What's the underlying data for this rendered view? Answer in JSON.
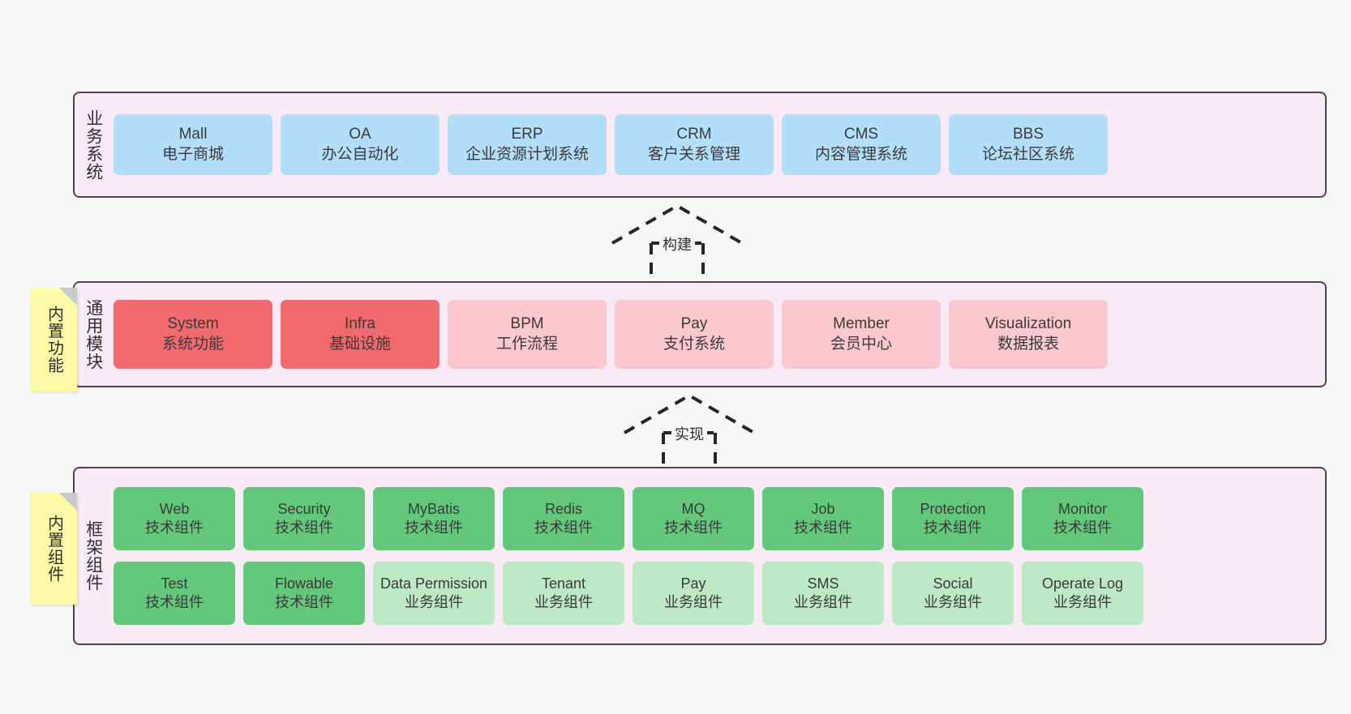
{
  "diagram": {
    "title": "",
    "colors": {
      "page_background": "#f7f7f7",
      "panel_background": "#f9ebf5",
      "panel_border": "#4d4352",
      "business_card": "#b3def9",
      "core_module_card": "#f2696e",
      "module_card": "#fcc8d0",
      "tech_component_card": "#63c87a",
      "biz_component_card": "#bde8c4",
      "sticky_note": "#fcfaa6"
    }
  },
  "layers": {
    "business": {
      "title": "业务系统",
      "cards": [
        {
          "name": "Mall",
          "desc": "电子商城"
        },
        {
          "name": "OA",
          "desc": "办公自动化"
        },
        {
          "name": "ERP",
          "desc": "企业资源计划系统"
        },
        {
          "name": "CRM",
          "desc": "客户关系管理"
        },
        {
          "name": "CMS",
          "desc": "内容管理系统"
        },
        {
          "name": "BBS",
          "desc": "论坛社区系统"
        }
      ]
    },
    "common": {
      "title": "通用模块",
      "note": "内置功能",
      "cards": [
        {
          "name": "System",
          "desc": "系统功能",
          "style": "c-red"
        },
        {
          "name": "Infra",
          "desc": "基础设施",
          "style": "c-red"
        },
        {
          "name": "BPM",
          "desc": "工作流程",
          "style": "c-pink"
        },
        {
          "name": "Pay",
          "desc": "支付系统",
          "style": "c-pink"
        },
        {
          "name": "Member",
          "desc": "会员中心",
          "style": "c-pink"
        },
        {
          "name": "Visualization",
          "desc": "数据报表",
          "style": "c-pink"
        }
      ]
    },
    "framework": {
      "title": "框架组件",
      "note": "内置组件",
      "row1": [
        {
          "name": "Web",
          "desc": "技术组件"
        },
        {
          "name": "Security",
          "desc": "技术组件"
        },
        {
          "name": "MyBatis",
          "desc": "技术组件"
        },
        {
          "name": "Redis",
          "desc": "技术组件"
        },
        {
          "name": "MQ",
          "desc": "技术组件"
        },
        {
          "name": "Job",
          "desc": "技术组件"
        },
        {
          "name": "Protection",
          "desc": "技术组件"
        },
        {
          "name": "Monitor",
          "desc": "技术组件"
        }
      ],
      "row2": [
        {
          "name": "Test",
          "desc": "技术组件",
          "style": "c-green"
        },
        {
          "name": "Flowable",
          "desc": "技术组件",
          "style": "c-green"
        },
        {
          "name": "Data Permission",
          "desc": "业务组件",
          "style": "c-palegreen"
        },
        {
          "name": "Tenant",
          "desc": "业务组件",
          "style": "c-palegreen"
        },
        {
          "name": "Pay",
          "desc": "业务组件",
          "style": "c-palegreen"
        },
        {
          "name": "SMS",
          "desc": "业务组件",
          "style": "c-palegreen"
        },
        {
          "name": "Social",
          "desc": "业务组件",
          "style": "c-palegreen"
        },
        {
          "name": "Operate Log",
          "desc": "业务组件",
          "style": "c-palegreen"
        }
      ]
    }
  },
  "connectors": [
    {
      "id": "build",
      "label": "构建",
      "from": "通用模块",
      "to": "业务系统"
    },
    {
      "id": "impl",
      "label": "实现",
      "from": "框架组件",
      "to": "通用模块"
    }
  ]
}
